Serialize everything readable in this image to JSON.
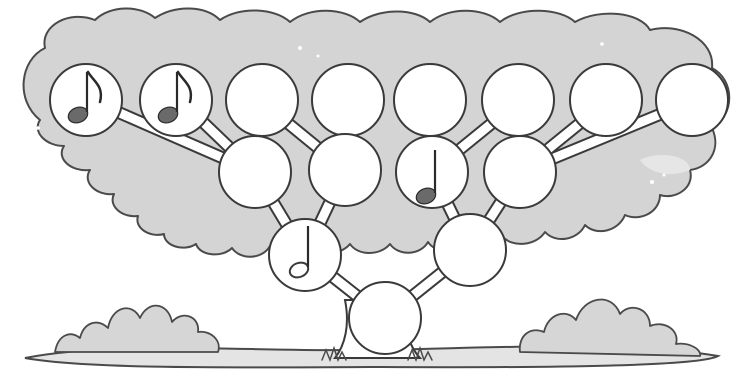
{
  "diagram": {
    "rows": [
      {
        "row": "top",
        "nodes": [
          {
            "id": "t1",
            "note": "eighth-note"
          },
          {
            "id": "t2",
            "note": "eighth-note"
          },
          {
            "id": "t3",
            "note": "empty"
          },
          {
            "id": "t4",
            "note": "empty"
          },
          {
            "id": "t5",
            "note": "empty"
          },
          {
            "id": "t6",
            "note": "empty"
          },
          {
            "id": "t7",
            "note": "empty"
          },
          {
            "id": "t8",
            "note": "empty"
          }
        ]
      },
      {
        "row": "second",
        "nodes": [
          {
            "id": "s1",
            "note": "empty"
          },
          {
            "id": "s2",
            "note": "empty"
          },
          {
            "id": "s3",
            "note": "quarter-note"
          },
          {
            "id": "s4",
            "note": "empty"
          }
        ]
      },
      {
        "row": "third",
        "nodes": [
          {
            "id": "h1",
            "note": "half-note"
          },
          {
            "id": "h2",
            "note": "empty"
          }
        ]
      },
      {
        "row": "root",
        "nodes": [
          {
            "id": "r1",
            "note": "empty"
          }
        ]
      }
    ],
    "colors": {
      "foliage": "#d4d4d4",
      "outline": "#3a3a3a",
      "node_fill": "#ffffff",
      "note_fill": "#6a6a6a"
    },
    "icons": [
      "eighth-note-icon",
      "quarter-note-icon",
      "half-note-icon"
    ]
  }
}
